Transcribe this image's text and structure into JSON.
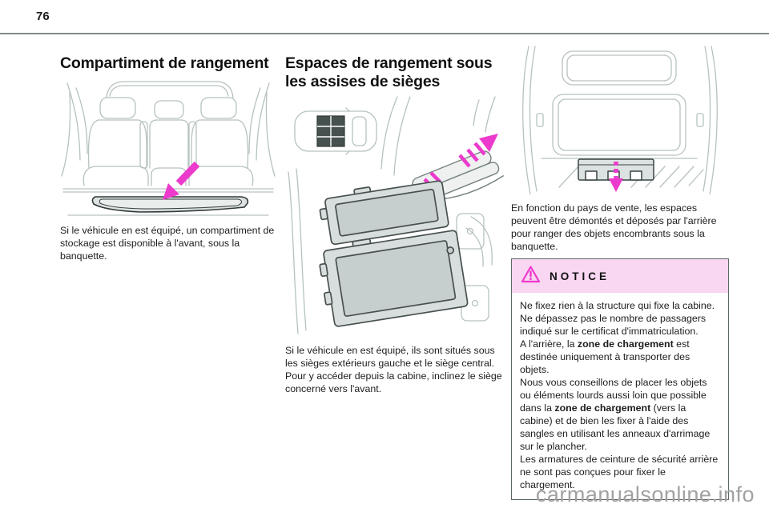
{
  "page": {
    "number": "76",
    "watermark": "carmanualsonline.info"
  },
  "colors": {
    "accent_magenta": "#ec3acd",
    "notice_header_bg": "#f9d6f2",
    "line_art_light": "#b6c2c0",
    "line_art_dark": "#47514f",
    "header_rule": "#7f8c8a"
  },
  "columns": {
    "left": {
      "heading": "Compartiment de rangement",
      "figure": "front-bench-seat-with-storage-tray",
      "body": "Si le véhicule en est équipé, un compartiment de stockage est disponible à l'avant, sous la banquette."
    },
    "middle": {
      "heading": "Espaces de rangement sous les assises de sièges",
      "figure": "under-seat-storage-bins-and-tilting-seat",
      "body": "Si le véhicule en est équipé, ils sont situés sous les sièges extérieurs gauche et le siège central. Pour y accéder depuis la cabine, inclinez le siège concerné vers l'avant."
    },
    "right": {
      "figure": "van-rear-view-storage-box-removal",
      "body": "En fonction du pays de vente, les espaces peuvent être démontés et déposés par l'arrière pour ranger des objets encombrants sous la banquette.",
      "notice": {
        "icon": "warning-triangle-icon",
        "title": "NOTICE",
        "paragraphs": [
          [
            {
              "t": "Ne fixez rien à la structure qui fixe la cabine.",
              "b": false
            }
          ],
          [
            {
              "t": "Ne dépassez pas le nombre de passagers indiqué sur le certificat d'immatriculation.",
              "b": false
            }
          ],
          [
            {
              "t": "A l'arrière, la ",
              "b": false
            },
            {
              "t": "zone de chargement",
              "b": true
            },
            {
              "t": " est destinée uniquement à transporter des objets.",
              "b": false
            }
          ],
          [
            {
              "t": "Nous vous conseillons de placer les objets ou éléments lourds aussi loin que possible dans la ",
              "b": false
            },
            {
              "t": "zone de chargement",
              "b": true
            },
            {
              "t": " (vers la cabine) et de bien les fixer à l'aide des sangles en utilisant les anneaux d'arrimage sur le plancher.",
              "b": false
            }
          ],
          [
            {
              "t": "Les armatures de ceinture de sécurité arrière ne sont pas conçues pour fixer le chargement.",
              "b": false
            }
          ]
        ]
      }
    }
  }
}
